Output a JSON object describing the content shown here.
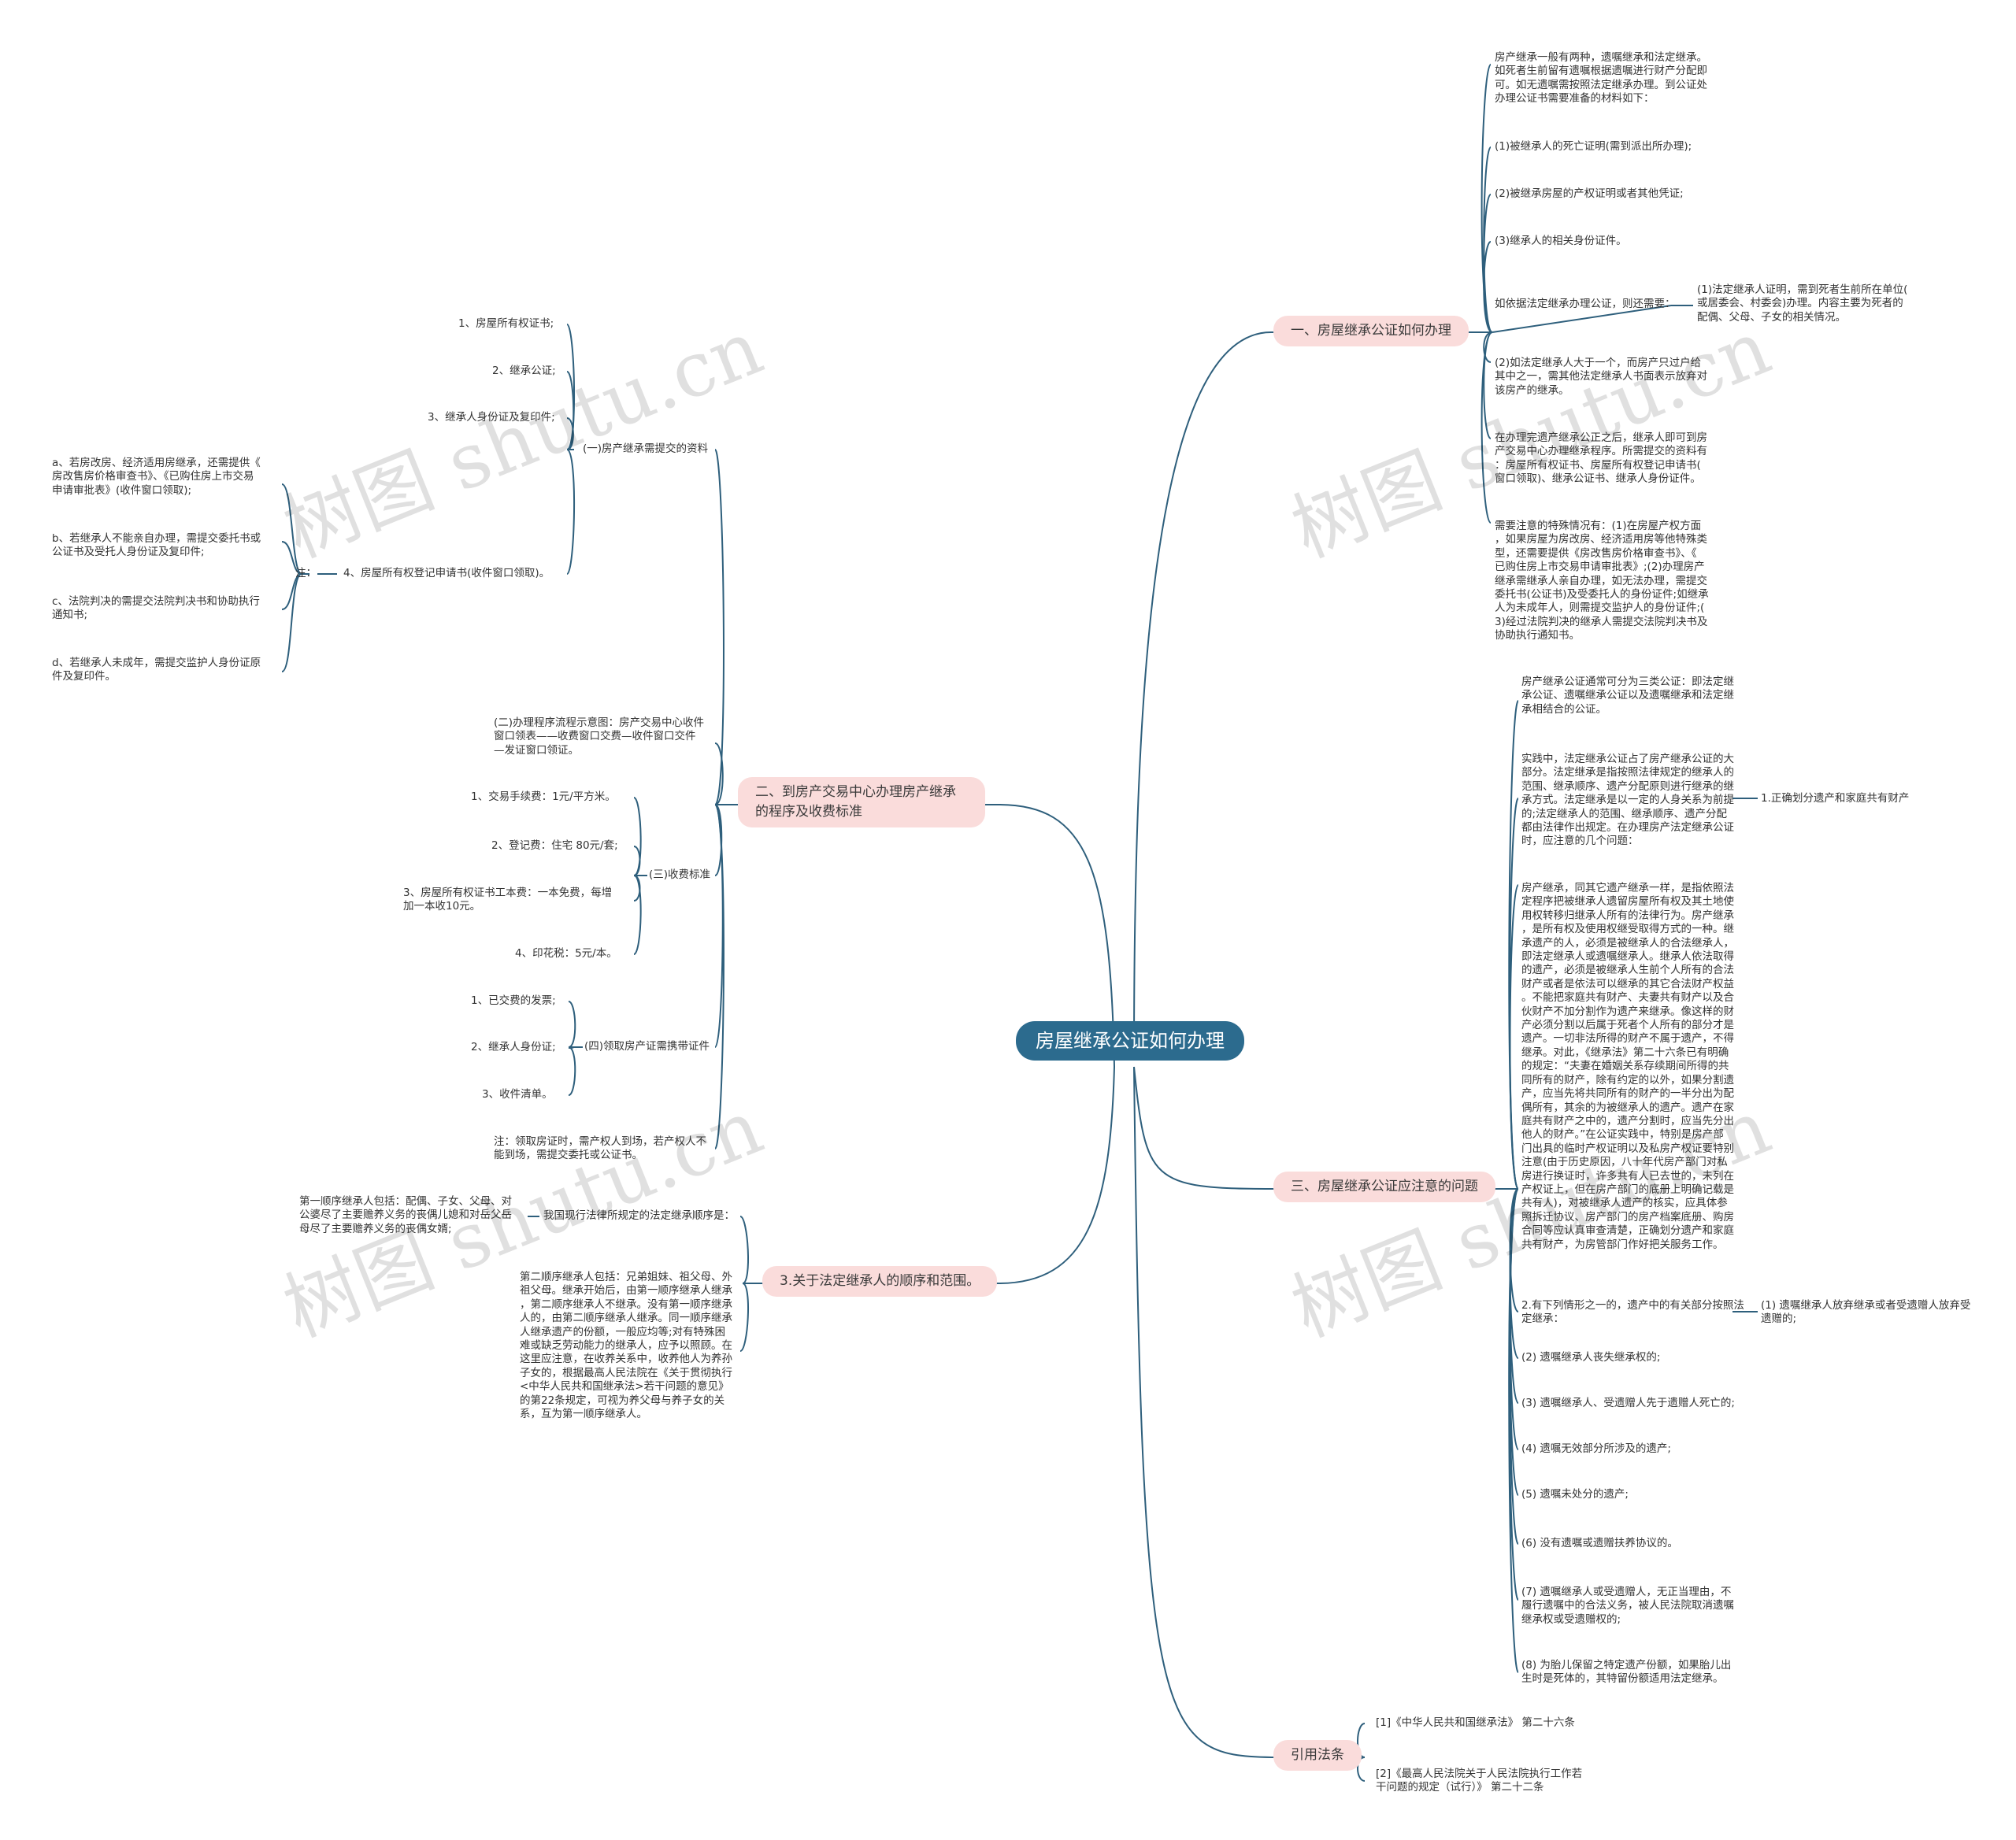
{
  "root": "房屋继承公证如何办理",
  "watermark": "树图 shutu.cn",
  "colors": {
    "root_fill": "#2c6b8e",
    "branch_fill": "#fadcdb",
    "line": "#2e5f7c",
    "text": "#333333"
  },
  "branches": {
    "b1": {
      "label": "一、房屋继承公证如何办理",
      "intro": [
        "房产继承一般有两种，遗嘱继承和法定继承。",
        "如死者生前留有遗嘱根据遗嘱进行财产分配即",
        "可。如无遗嘱需按照法定继承办理。到公证处",
        "办理公证书需要准备的材料如下："
      ],
      "item1": [
        "(1)被继承人的死亡证明(需到派出所办理);"
      ],
      "item2": [
        "(2)被继承房屋的产权证明或者其他凭证;"
      ],
      "item3": [
        "(3)继承人的相关身份证件。"
      ],
      "item4": [
        "如依据法定继承办理公证，则还需要："
      ],
      "item4_sub": [
        "(1)法定继承人证明，需到死者生前所在单位(",
        "或居委会、村委会)办理。内容主要为死者的",
        "配偶、父母、子女的相关情况。"
      ],
      "item5": [
        "(2)如法定继承人大于一个，而房产只过户给",
        "其中之一，需其他法定继承人书面表示放弃对",
        "该房产的继承。"
      ],
      "item6": [
        "在办理完遗产继承公正之后，继承人即可到房",
        "产交易中心办理继承程序。所需提交的资料有",
        "：房屋所有权证书、房屋所有权登记申请书(",
        "窗口领取)、继承公证书、继承人身份证件。"
      ],
      "item7": [
        "需要注意的特殊情况有：(1)在房屋产权方面",
        "，如果房屋为房改房、经济适用房等他特殊类",
        "型，还需要提供《房改售房价格审查书》、《",
        "已购住房上市交易申请审批表》;(2)办理房产",
        "继承需继承人亲自办理，如无法办理，需提交",
        "委托书(公证书)及受委托人的身份证件;如继承",
        "人为未成年人，则需提交监护人的身份证件;(",
        "3)经过法院判决的继承人需提交法院判决书及",
        "协助执行通知书。"
      ]
    },
    "b2": {
      "label": [
        "二、到房产交易中心办理房产继承",
        "的程序及收费标准"
      ],
      "g1": {
        "label": "(一)房产继承需提交的资料",
        "item1": "1、房屋所有权证书;",
        "item2": "2、继承公证;",
        "item3": "3、继承人身份证及复印件;",
        "item4": "4、房屋所有权登记申请书(收件窗口领取)。",
        "note_label": "注：",
        "notes": [
          [
            "a、若房改房、经济适用房继承，还需提供《",
            "房改售房价格审查书》、《已购住房上市交易",
            "申请审批表》(收件窗口领取);"
          ],
          [
            "b、若继承人不能亲自办理，需提交委托书或",
            "公证书及受托人身份证及复印件;"
          ],
          [
            "c、法院判决的需提交法院判决书和协助执行",
            "通知书;"
          ],
          [
            "d、若继承人未成年，需提交监护人身份证原",
            "件及复印件。"
          ]
        ]
      },
      "g2": [
        "(二)办理程序流程示意图：房产交易中心收件",
        "窗口领表——收费窗口交费—收件窗口交件",
        "—发证窗口领证。"
      ],
      "g3": {
        "label": "(三)收费标准",
        "items": [
          [
            "1、交易手续费：1元/平方米。"
          ],
          [
            "2、登记费：住宅 80元/套;"
          ],
          [
            "3、房屋所有权证书工本费：一本免费，每增",
            "加一本收10元。"
          ],
          [
            "4、印花税：5元/本。"
          ]
        ]
      },
      "g4": {
        "label": "(四)领取房产证需携带证件",
        "items": [
          "1、已交费的发票;",
          "2、继承人身份证;",
          "3、收件清单。"
        ]
      },
      "g5": [
        "注：领取房证时，需产权人到场，若产权人不",
        "能到场，需提交委托或公证书。"
      ]
    },
    "b3": {
      "label": "3.关于法定继承人的顺序和范围。",
      "sub1": "我国现行法律所规定的法定继承顺序是：",
      "sub1_text": [
        "第一顺序继承人包括：配偶、子女、父母、对",
        "公婆尽了主要赡养义务的丧偶儿媳和对岳父岳",
        "母尽了主要赡养义务的丧偶女婿;"
      ],
      "sub2": [
        "第二顺序继承人包括：兄弟姐妹、祖父母、外",
        "祖父母。继承开始后，由第一顺序继承人继承",
        "，第二顺序继承人不继承。没有第一顺序继承",
        "人的，由第二顺序继承人继承。同一顺序继承",
        "人继承遗产的份额，一般应均等;对有特殊困",
        "难或缺乏劳动能力的继承人，应予以照顾。在",
        "这里应注意，在收养关系中，收养他人为养孙",
        "子女的，根据最高人民法院在《关于贯彻执行",
        "<中华人民共和国继承法>若干问题的意见》",
        "的第22条规定，可视为养父母与养子女的关",
        "系，互为第一顺序继承人。"
      ]
    },
    "b4": {
      "label": "三、房屋继承公证应注意的问题",
      "intro": [
        "房产继承公证通常可分为三类公证：即法定继",
        "承公证、遗嘱继承公证以及遗嘱继承和法定继",
        "承相结合的公证。"
      ],
      "p2": [
        "实践中，法定继承公证占了房产继承公证的大",
        "部分。法定继承是指按照法律规定的继承人的",
        "范围、继承顺序、遗产分配原则进行继承的继",
        "承方式。法定继承是以一定的人身关系为前提",
        "的;法定继承人的范围、继承顺序、遗产分配",
        "都由法律作出规定。在办理房产法定继承公证",
        "时，应注意的几个问题："
      ],
      "p2_sub": "1.正确划分遗产和家庭共有财产",
      "p3": [
        "房产继承，同其它遗产继承一样，是指依照法",
        "定程序把被继承人遗留房屋所有权及其土地使",
        "用权转移归继承人所有的法律行为。房产继承",
        "，是所有权及使用权继受取得方式的一种。继",
        "承遗产的人，必须是被继承人的合法继承人，",
        "即法定继承人或遗嘱继承人。继承人依法取得",
        "的遗产，必须是被继承人生前个人所有的合法",
        "财产或者是依法可以继承的其它合法财产权益",
        "。不能把家庭共有财产、夫妻共有财产以及合",
        "伙财产不加分割作为遗产来继承。像这样的财",
        "产必须分割以后属于死者个人所有的部分才是",
        "遗产。一切非法所得的财产不属于遗产，不得",
        "继承。对此，《继承法》第二十六条已有明确",
        "的规定：“夫妻在婚姻关系存续期间所得的共",
        "同所有的财产，除有约定的以外，如果分割遗",
        "产，应当先将共同所有的财产的一半分出为配",
        "偶所有，其余的为被继承人的遗产。遗产在家",
        "庭共有财产之中的，遗产分割时，应当先分出",
        "他人的财产。”在公证实践中，特别是房产部",
        "门出具的临时产权证明以及私房产权证要特别",
        "注意(由于历史原因，八十年代房产部门对私",
        "房进行换证时，许多共有人已去世的，未列在",
        "产权证上，但在房产部门的底册上明确记载是",
        "共有人)，对被继承人遗产的核实，应具体参",
        "照拆迁协议、房产部门的房产档案底册、购房",
        "合同等应认真审查清楚，正确划分遗产和家庭",
        "共有财产，为房管部门作好把关服务工作。"
      ],
      "p4": [
        "2.有下列情形之一的，遗产中的有关部分按照法",
        "定继承："
      ],
      "p4_sub": [
        "(1) 遗嘱继承人放弃继承或者受遗赠人放弃受",
        "遗赠的;"
      ],
      "p5": [
        "(2) 遗嘱继承人丧失继承权的;"
      ],
      "p6": [
        "(3) 遗嘱继承人、受遗赠人先于遗赠人死亡的;"
      ],
      "p7": [
        "(4) 遗嘱无效部分所涉及的遗产;"
      ],
      "p8": [
        "(5) 遗嘱未处分的遗产;"
      ],
      "p9": [
        "(6) 没有遗嘱或遗赠扶养协议的。"
      ],
      "p10": [
        "(7) 遗嘱继承人或受遗赠人，无正当理由，不",
        "履行遗嘱中的合法义务，被人民法院取消遗嘱",
        "继承权或受遗赠权的;"
      ],
      "p11": [
        "(8) 为胎儿保留之特定遗产份额，如果胎儿出",
        "生时是死体的，其特留份额适用法定继承。"
      ]
    },
    "b5": {
      "label": "引用法条",
      "ref1": [
        "[1]《中华人民共和国继承法》 第二十六条"
      ],
      "ref2": [
        "[2]《最高人民法院关于人民法院执行工作若",
        "干问题的规定（试行）》 第二十二条"
      ]
    }
  }
}
